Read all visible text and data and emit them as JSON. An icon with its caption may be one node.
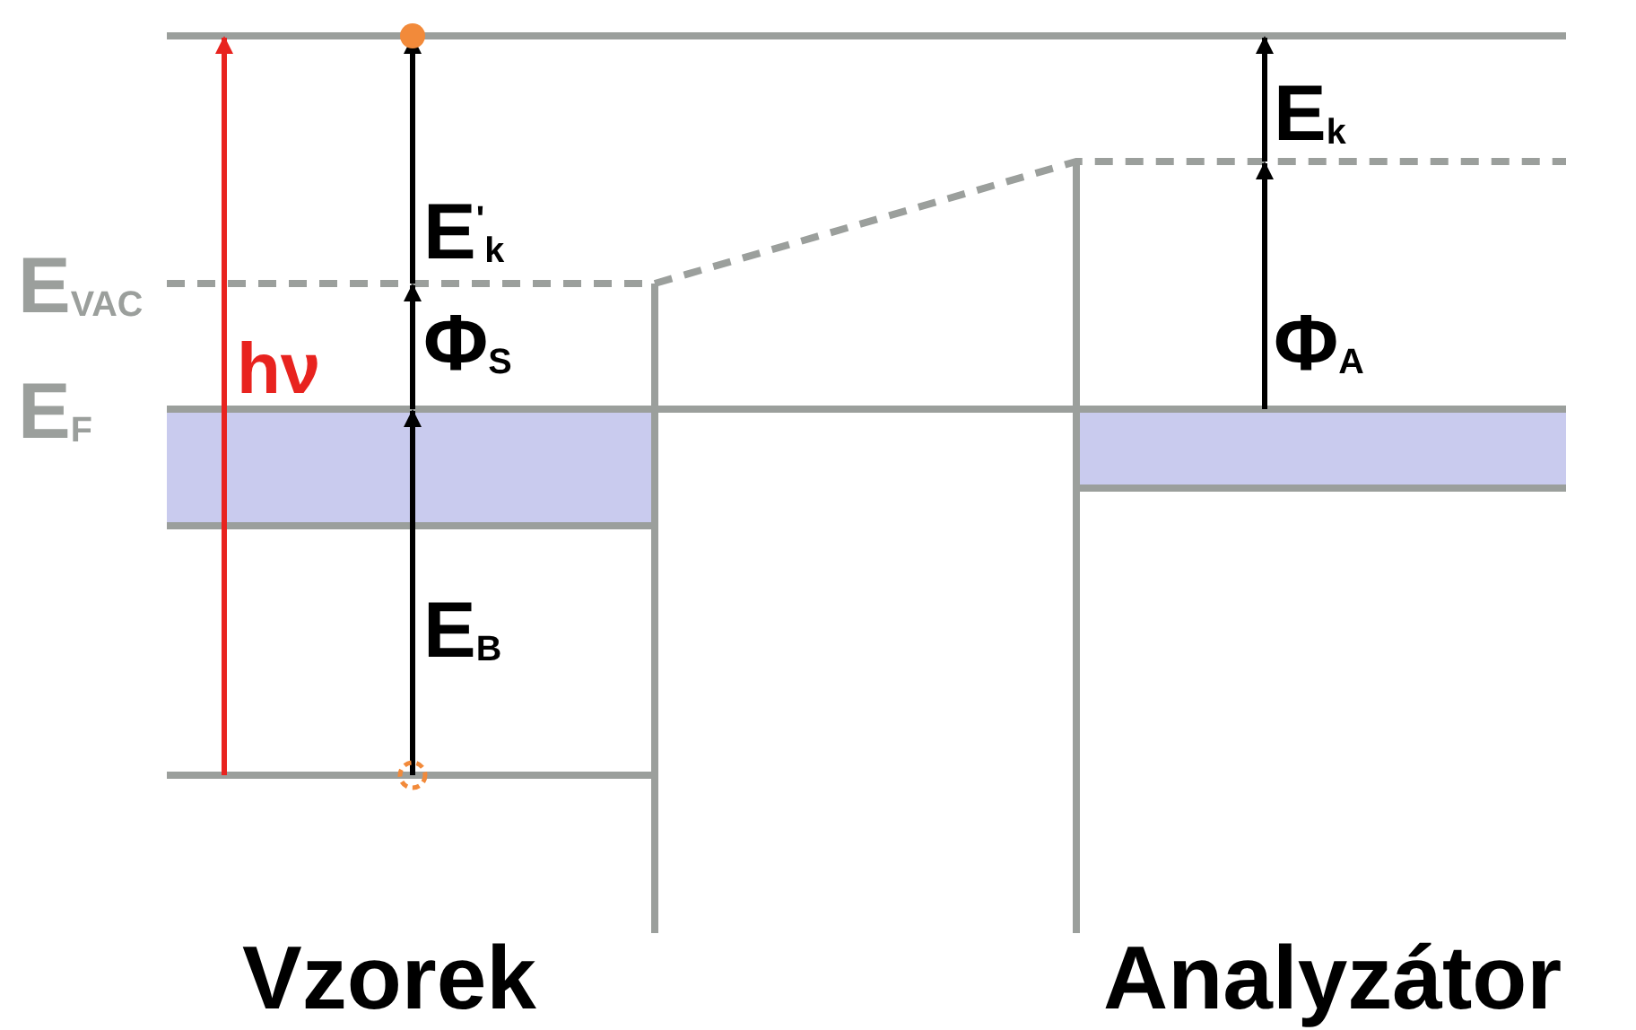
{
  "diagram": {
    "labels": [
      "E$_{VAC}$",
      "E$_{F}$",
      "hν",
      "E$^{'}$$_{k}$",
      "Φ$_{S}$",
      "E$_{B}$",
      "E$_{k}$",
      "Φ$_{A}$",
      "Vzorek",
      "Analyzátor"
    ]
  }
}
